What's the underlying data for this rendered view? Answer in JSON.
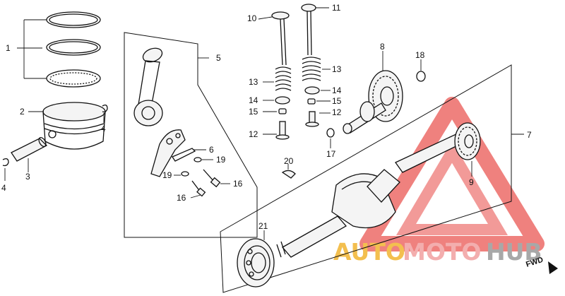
{
  "watermark": {
    "auto": "AUTO",
    "moto": "MOTO",
    "hub": "HUB",
    "colors": {
      "auto": "#f2b431",
      "moto": "#f2a0a0",
      "hub": "#9a9a9a",
      "triangle": "#e53935"
    }
  },
  "direction_label": "FWD",
  "callouts": {
    "c1": "1",
    "c2": "2",
    "c3": "3",
    "c4a": "4",
    "c4b": "4",
    "c5": "5",
    "c6": "6",
    "c7": "7",
    "c8": "8",
    "c9": "9",
    "c10": "10",
    "c11": "11",
    "c12a": "12",
    "c12b": "12",
    "c13a": "13",
    "c13b": "13",
    "c14a": "14",
    "c14b": "14",
    "c15a": "15",
    "c15b": "15",
    "c16a": "16",
    "c16b": "16",
    "c17": "17",
    "c18": "18",
    "c19a": "19",
    "c19b": "19",
    "c20": "20",
    "c21": "21"
  }
}
